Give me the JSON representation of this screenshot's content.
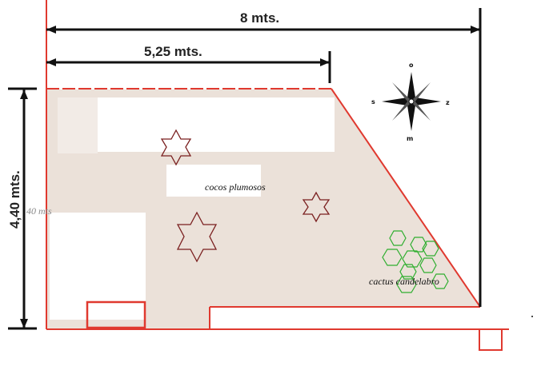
{
  "dimensions": {
    "total_width": "8 mts.",
    "partial_width": "5,25 mts.",
    "height": "4,40 mts.",
    "ghost_label": "40 mts"
  },
  "labels": {
    "palms": "cocos plumosos",
    "cactus": "cactus candelabro"
  },
  "compass": {
    "north": "o",
    "west": "s",
    "east": "z",
    "south": "m"
  },
  "colors": {
    "lot_fill": "#ebe1d9",
    "boundary": "#e0392f",
    "dimension_line": "#111111",
    "palm_symbol": "#7a1f1f",
    "cactus_symbol": "#2fae2f"
  }
}
